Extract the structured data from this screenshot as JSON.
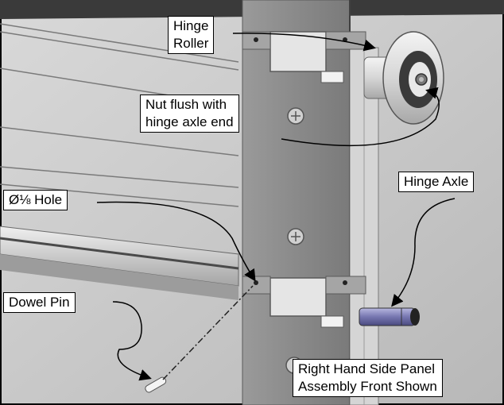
{
  "diagram": {
    "callouts": {
      "hinge_roller": [
        "Hinge",
        "Roller"
      ],
      "nut_flush": [
        "Nut flush with",
        "hinge axle end"
      ],
      "hinge_axle": [
        "Hinge Axle"
      ],
      "hole": [
        "Ø⅛ Hole"
      ],
      "dowel_pin": [
        "Dowel Pin"
      ],
      "assembly_note": [
        "Right Hand Side Panel",
        "Assembly Front Shown"
      ]
    },
    "colors": {
      "panel_background": "#c7c7c7",
      "hinge_plate": "#8c8c8c",
      "roller": "#dcdcdc",
      "axle": "#7a7ab0",
      "line": "#000000"
    }
  }
}
